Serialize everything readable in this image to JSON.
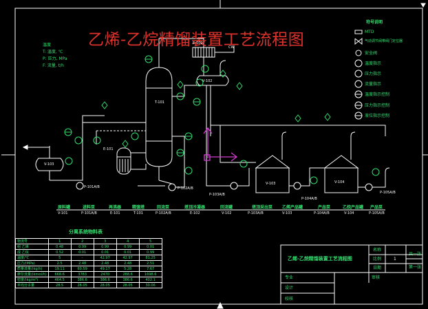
{
  "title": "乙烯-乙烷精馏装置工艺流程图",
  "conditions": {
    "heading": "温度",
    "lines": [
      "T: 温度, ℃",
      "P: 压力, MPa",
      "F: 流量, t/h"
    ]
  },
  "legend": {
    "heading": "符号说明",
    "items": [
      "MTD",
      "气动调节阀带阀门定位器",
      "安全阀",
      "温度指示",
      "压力指示",
      "流量指示",
      "温度指示控制",
      "压力指示控制",
      "液位指示控制"
    ]
  },
  "equipment_tags": {
    "column": "T-101",
    "condenser": "E-102",
    "reflux_drum": "V-102",
    "reboiler": "E-101",
    "feed_tank": "V-103",
    "feed_pump": "P-101A/B",
    "reflux_pump": "P-102A/B",
    "top_pump": "P-103A/B",
    "tank1": "V-103",
    "tank2": "V-104",
    "tank1_pump": "P-104A/B",
    "tank2_pump": "P-105A/B",
    "stream_top": "CW"
  },
  "equipment_list": [
    {
      "name": "原料罐",
      "tag": "V-101"
    },
    {
      "name": "进料泵",
      "tag": "P-101A/B"
    },
    {
      "name": "再沸器",
      "tag": "E-101"
    },
    {
      "name": "精馏塔",
      "tag": "T-101"
    },
    {
      "name": "回流泵",
      "tag": "P-102A/B"
    },
    {
      "name": "塔顶冷凝器",
      "tag": "E-102"
    },
    {
      "name": "回流罐",
      "tag": "V-102"
    },
    {
      "name": "塔顶采出泵",
      "tag": "P-103A/B"
    },
    {
      "name": "乙烯产品罐",
      "tag": "V-103"
    },
    {
      "name": "产品泵",
      "tag": "P-104A/B"
    },
    {
      "name": "乙烷产品罐",
      "tag": "V-104"
    },
    {
      "name": "产品泵",
      "tag": "P-105A/B"
    }
  ],
  "material_balance": {
    "caption": "分离系统物料表",
    "header": [
      "物流号",
      "1",
      "2",
      "3",
      "4",
      "5"
    ],
    "rows": [
      [
        "组 乙烯",
        "0.48",
        "0.99",
        "0.99",
        "0.99",
        "0.01"
      ],
      [
        "成 乙烷",
        "0.52",
        "0.01",
        "0.01",
        "0.01",
        "0.99"
      ],
      [
        "温度/℃",
        "5",
        "-",
        "42.97",
        "42.97",
        "81.25"
      ],
      [
        "压力/(MPa)",
        "2.5",
        "2.48",
        "2.48",
        "2.48",
        "2.51"
      ],
      [
        "质量流量/(kg/h)",
        "19.11",
        "60.59",
        "49.17",
        "5.28",
        "7.67"
      ],
      [
        "摩尔流量/(kmol/h)",
        "668.6",
        "3783",
        "2470",
        "288.6",
        "1698.6"
      ],
      [
        "密度/(kg/m³)",
        "464.5",
        "386.6",
        "386.6",
        "386.6",
        "402.1"
      ],
      [
        "平均分子量",
        "28.5",
        "28.05",
        "28.05",
        "28.05",
        "30.06"
      ]
    ]
  },
  "title_block": {
    "drawing_title": "乙烯-乙烷精馏装置工艺流程图",
    "field_name": "名称",
    "field_scale": "比例",
    "scale_value": "1",
    "field_sheet1": "共一张",
    "field_sheet2": "第一张",
    "field_drawn": "专业",
    "field_design": "设计",
    "field_check": "校核",
    "field_audit": "审核",
    "field_date": "日期"
  }
}
